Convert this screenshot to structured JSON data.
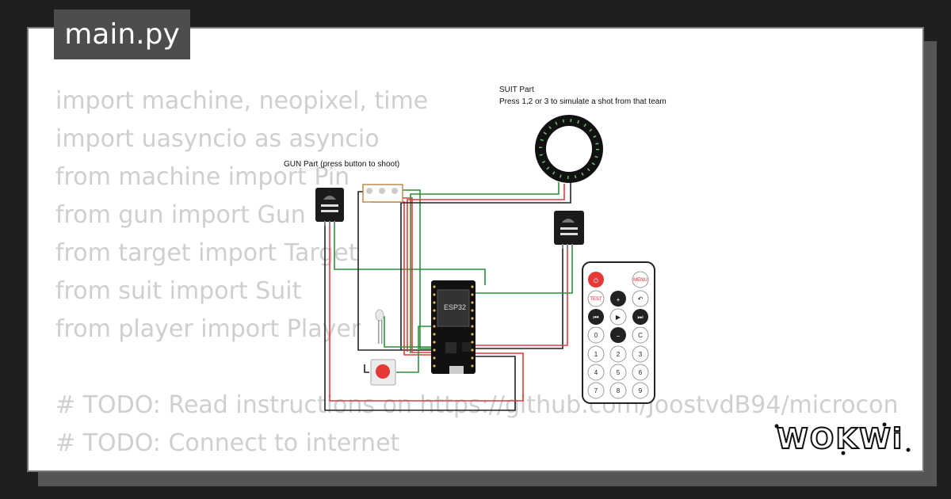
{
  "tab": {
    "title": "main.py"
  },
  "code_lines": [
    "import machine, neopixel, time",
    "import uasyncio as asyncio",
    "from machine import Pin",
    "from gun import Gun",
    "from target import Target",
    "from suit import Suit",
    "from player import Player",
    "",
    "# TODO: Read instructions on https://github.com/JoostvdB94/microcon",
    "# TODO: Connect to internet"
  ],
  "diagram": {
    "gun_label": "GUN Part (press button to shoot)",
    "suit_title": "SUIT Part",
    "suit_subtitle": "Press 1,2 or 3 to simulate a shot from that team",
    "board_label": "ESP32"
  },
  "remote": {
    "power": "⏻",
    "menu": "MENU",
    "test": "TEST",
    "plus": "+",
    "back": "↶",
    "prev": "⏮",
    "play": "▶",
    "next": "⏭",
    "zero": "0",
    "minus": "−",
    "clear": "C",
    "d1": "1",
    "d2": "2",
    "d3": "3",
    "d4": "4",
    "d5": "5",
    "d6": "6",
    "d7": "7",
    "d8": "8",
    "d9": "9"
  },
  "brand": {
    "logo": "WOKWi"
  },
  "colors": {
    "wire_red": "#e23b3b",
    "wire_green": "#2f8f3a",
    "wire_black": "#222222",
    "accent_red": "#e53935"
  }
}
